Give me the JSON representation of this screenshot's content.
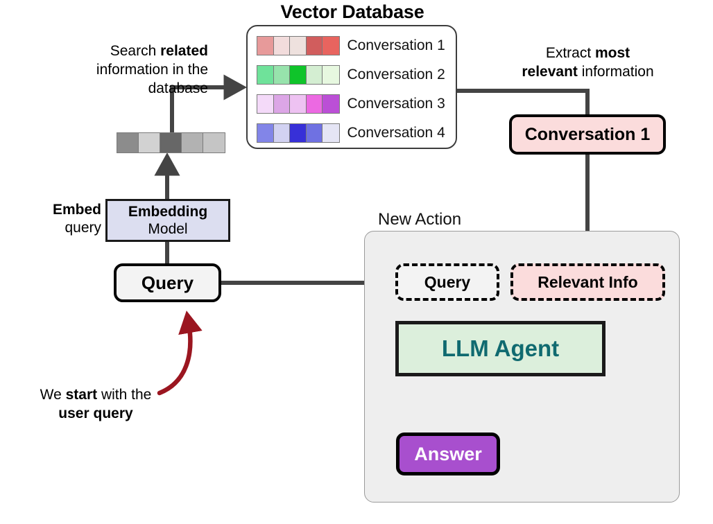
{
  "vector_database": {
    "title": "Vector Database",
    "rows": [
      {
        "label": "Conversation 1",
        "colors": [
          "#e79a9a",
          "#f2dcdc",
          "#eee1de",
          "#d15d5d",
          "#e8645f"
        ]
      },
      {
        "label": "Conversation 2",
        "colors": [
          "#6fe29a",
          "#97e3ac",
          "#0fc42a",
          "#d4eed2",
          "#e7f8e0"
        ]
      },
      {
        "label": "Conversation 3",
        "colors": [
          "#f4daf9",
          "#dca6e6",
          "#eec2f2",
          "#ec69e2",
          "#bb4fd6"
        ]
      },
      {
        "label": "Conversation 4",
        "colors": [
          "#8285e8",
          "#d2d2f2",
          "#3730d8",
          "#6f71e2",
          "#e5e5f5"
        ]
      }
    ]
  },
  "query_vector": {
    "name": "query-embedding-vector",
    "colors": [
      "#8c8c8c",
      "#d2d2d2",
      "#676767",
      "#b2b2b2",
      "#c5c5c5"
    ]
  },
  "notes": {
    "search": {
      "line1_plain": "Search ",
      "line1_bold": "related",
      "line2": "information in the",
      "line3": "database"
    },
    "extract": {
      "line1_plain": "Extract ",
      "line1_bold": "most",
      "line2_bold": "relevant",
      "line2_plain": " information"
    },
    "embed": {
      "bold": "Embed",
      "plain": "query"
    },
    "start": {
      "line1_pre": "We ",
      "line1_bold": "start",
      "line1_post": " with the",
      "line2_bold": "user query"
    }
  },
  "boxes": {
    "embedding_model": {
      "line1": "Embedding",
      "line2": "Model",
      "fill": "#dcdef0"
    },
    "query": {
      "label": "Query",
      "fill": "#f3f3f3"
    },
    "conversation_1": {
      "label": "Conversation 1",
      "fill": "#fbdcdc"
    },
    "inner_query": {
      "label": "Query",
      "fill": "#f3f3f3"
    },
    "relevant_info": {
      "label": "Relevant Info",
      "fill": "#fbdcdc"
    },
    "llm_agent": {
      "label": "LLM Agent",
      "fill": "#dcefdc",
      "text_color": "#106a70"
    },
    "answer": {
      "label": "Answer",
      "fill": "#a84fce",
      "text_color": "#ffffff"
    }
  },
  "panel": {
    "label": "New Action",
    "fill": "#eeeeee"
  },
  "colors": {
    "arrow": "#444444",
    "accent_red_arrow": "#9b1620",
    "outline": "#000000"
  }
}
